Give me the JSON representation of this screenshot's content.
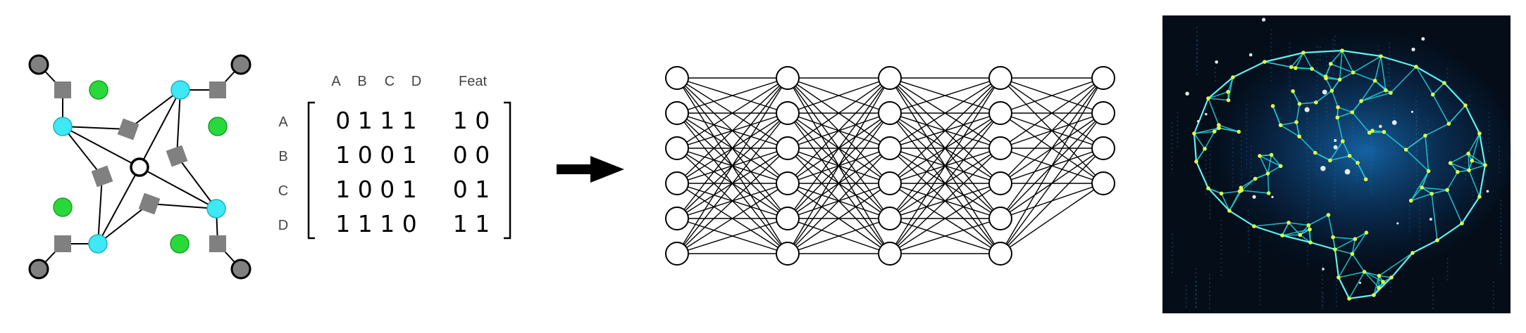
{
  "matrix": {
    "column_headers": [
      "A",
      "B",
      "C",
      "D"
    ],
    "feature_header": "Feat",
    "rows": [
      {
        "label": "A",
        "adjacency": "0 1 1 1",
        "features": "1 0"
      },
      {
        "label": "B",
        "adjacency": "1 0 0 1",
        "features": "0 0"
      },
      {
        "label": "C",
        "adjacency": "1 0 0 1",
        "features": "0 1"
      },
      {
        "label": "D",
        "adjacency": "1 1 1 0",
        "features": "1 1"
      }
    ]
  },
  "neural_network": {
    "layer_sizes": [
      6,
      6,
      6,
      6,
      4
    ]
  },
  "graph": {
    "colors": {
      "atom": "#3ee8f4",
      "center": "#ffffff",
      "bond": "#808080",
      "hydrogen": "#28d93a",
      "terminal": "#808080"
    }
  },
  "brain": {
    "colors": {
      "background": "#040d18",
      "mesh": "#24d0d8",
      "glow": "#1a7fd0",
      "vertex": "#e0ff3a"
    }
  }
}
